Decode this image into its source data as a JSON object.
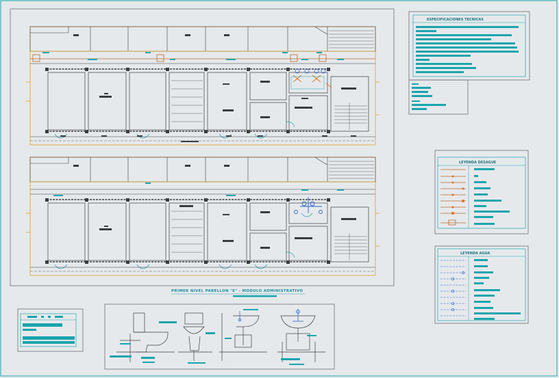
{
  "sheet_title": "PRIMER NIVEL PABELLON \"E\" - MODULO ADMINISTRATIVO",
  "specs": {
    "title": "ESPECIFICACIONES TECNICAS"
  },
  "legend_desague": {
    "title": "LEYENDA DESAGUE",
    "rows": 9
  },
  "legend_agua": {
    "title": "LEYENDA AGUA",
    "rows": 10
  },
  "colors": {
    "background": "#e6e9ec",
    "line": "#3a3d40",
    "accent": "#1aa5ad",
    "grid_axis": "#e0a020",
    "pipe_desague": "#b86a2a",
    "pipe_agua": "#2a64c8"
  },
  "views": [
    "plano-desague",
    "plano-agua",
    "detalles-sanitarios"
  ]
}
